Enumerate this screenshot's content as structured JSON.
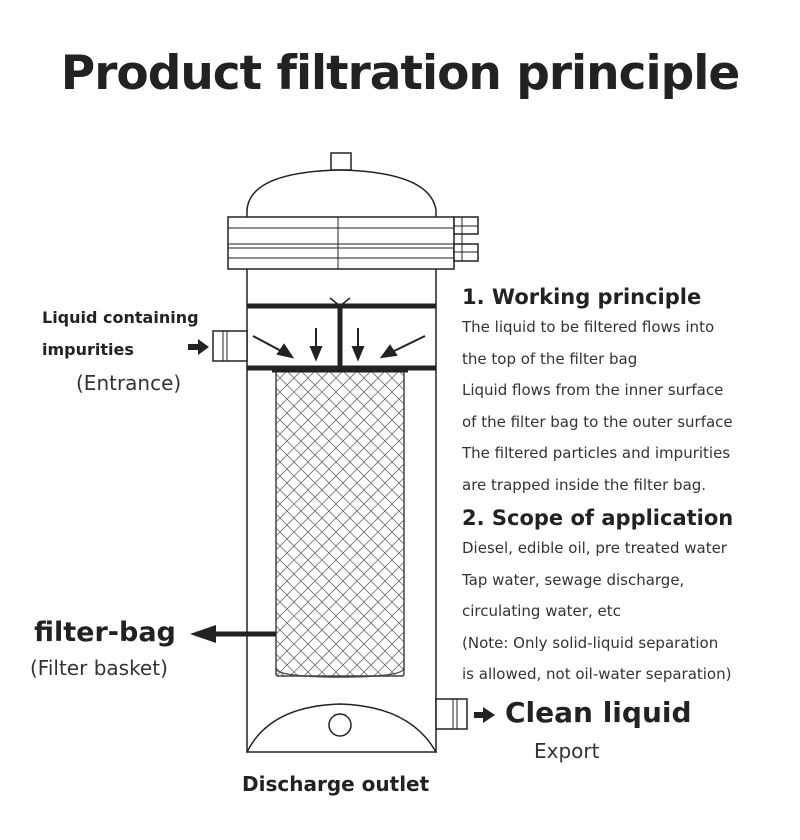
{
  "title": "Product filtration principle",
  "labels": {
    "inlet_line1": "Liquid containing",
    "inlet_line2": "impurities",
    "inlet_sub": "(Entrance)",
    "filter_bag": "filter-bag",
    "filter_bag_sub": "(Filter basket)",
    "clean_liquid": "Clean liquid",
    "clean_liquid_sub": "Export",
    "discharge": "Discharge outlet"
  },
  "sections": [
    {
      "heading": "1. Working principle",
      "lines": [
        "The liquid to be filtered flows into",
        "the top of the filter bag",
        "Liquid flows from the inner surface",
        "of the filter bag to the outer surface",
        "The filtered particles and impurities",
        "are trapped inside the filter bag."
      ]
    },
    {
      "heading": "2. Scope of application",
      "lines": [
        "Diesel, edible oil, pre treated water",
        "Tap water, sewage discharge,",
        "circulating water, etc",
        "(Note: Only solid-liquid separation",
        "is allowed, not oil-water separation)"
      ]
    }
  ],
  "icons": {
    "inlet_arrow": "right-arrow-icon",
    "outlet_arrow": "right-arrow-icon",
    "filter_bag_pointer": "left-arrow-icon"
  }
}
